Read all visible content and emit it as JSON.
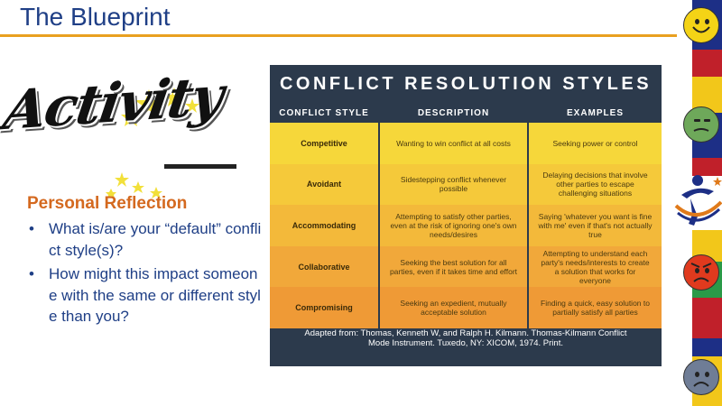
{
  "slide": {
    "title": "The Blueprint",
    "activity_label": "Activity",
    "reflection": {
      "heading": "Personal Reflection",
      "questions": [
        "What is/are your “default” conflict style(s)?",
        "How might this impact someone with the same or different style than you?"
      ]
    }
  },
  "table": {
    "title": "CONFLICT RESOLUTION STYLES",
    "headers": [
      "CONFLICT STYLE",
      "DESCRIPTION",
      "EXAMPLES"
    ],
    "rows": [
      {
        "style": "Competitive",
        "description": "Wanting to win conflict at all costs",
        "example": "Seeking power or control",
        "color": "#f6d73a"
      },
      {
        "style": "Avoidant",
        "description": "Sidestepping conflict whenever possible",
        "example": "Delaying decisions that involve other parties to escape challenging situations",
        "color": "#f5c93a"
      },
      {
        "style": "Accommodating",
        "description": "Attempting to satisfy other parties, even at the risk of ignoring one's own needs/desires",
        "example": "Saying 'whatever you want is fine with me' even if that's not actually true",
        "color": "#f3b93a"
      },
      {
        "style": "Collaborative",
        "description": "Seeking the best solution for all parties, even if it takes time and effort",
        "example": "Attempting to understand each party's needs/interests to create a solution that works for everyone",
        "color": "#f1a83a"
      },
      {
        "style": "Compromising",
        "description": "Seeking an expedient, mutually acceptable solution",
        "example": "Finding a quick, easy solution to partially satisfy all parties",
        "color": "#ef9a36"
      }
    ],
    "footer": "Adapted from: Thomas, Kenneth W, and Ralph H. Kilmann. Thomas-Kilmann Conflict Mode Instrument. Tuxedo, NY: XICOM, 1974. Print."
  },
  "colors": {
    "title_blue": "#1f3f86",
    "accent_orange": "#e9a020",
    "heading_orange": "#d4691f",
    "table_navy": "#2c3a4c"
  },
  "icons": [
    "smiley-face-icon",
    "neutral-face-icon",
    "organization-logo-icon",
    "angry-face-icon",
    "sad-face-icon",
    "star-cluster-icon"
  ]
}
